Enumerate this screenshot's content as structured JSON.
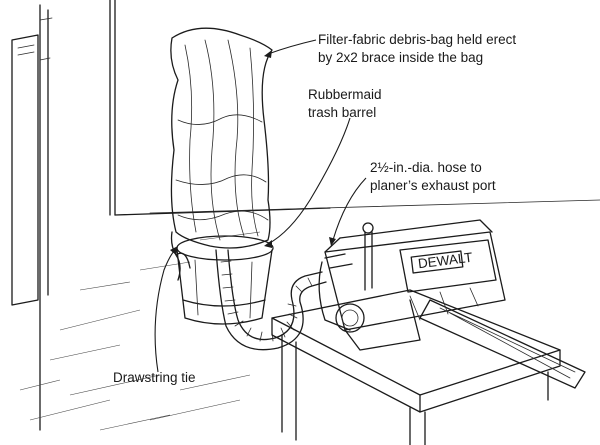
{
  "labels": {
    "bag_line1": "Filter-fabric debris-bag held erect",
    "bag_line2": "by 2x2 brace inside the bag",
    "barrel_line1": "Rubbermaid",
    "barrel_line2": "trash barrel",
    "hose_line1": "2½-in.-dia. hose to",
    "hose_line2": "planer’s exhaust port",
    "drawstring": "Drawstring tie"
  },
  "planer_logo": "DEWALT"
}
